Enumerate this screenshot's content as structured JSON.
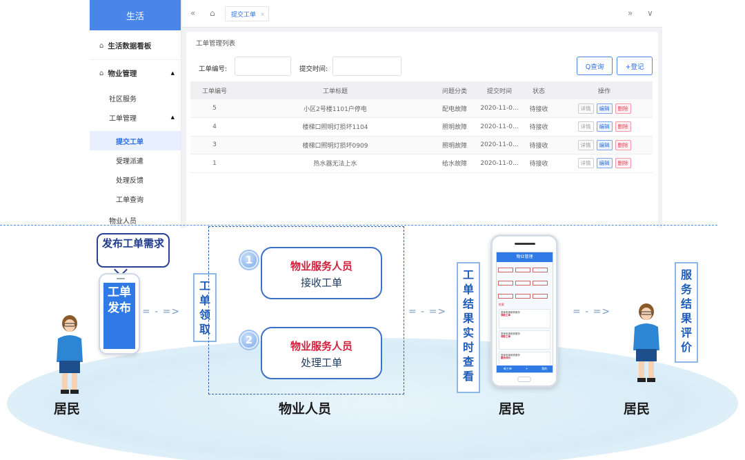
{
  "sidebar": {
    "title": "生活",
    "items": [
      {
        "label": "生活数据看板"
      },
      {
        "label": "物业管理"
      },
      {
        "label": "社区服务"
      },
      {
        "label": "工单管理"
      },
      {
        "label": "提交工单"
      },
      {
        "label": "受理派遣"
      },
      {
        "label": "处理反馈"
      },
      {
        "label": "工单查询"
      },
      {
        "label": "物业人员"
      }
    ]
  },
  "topbar": {
    "back_icon": "«",
    "home_icon": "⌂",
    "tab_label": "提交工单",
    "tab_close": "×",
    "forward_icon": "»",
    "dropdown_icon": "∨"
  },
  "panel": {
    "title": "工单管理列表",
    "filter_number_label": "工单编号:",
    "filter_time_label": "提交时间:",
    "search_button": "Q查询",
    "register_button": "+登记"
  },
  "table": {
    "headers": [
      "工单编号",
      "工单标题",
      "问题分类",
      "提交时间",
      "状态",
      "操作"
    ],
    "rows": [
      {
        "id": "5",
        "title": "小区2号楼1101户停电",
        "category": "配电故障",
        "time": "2020-11-0...",
        "status": "待接收"
      },
      {
        "id": "4",
        "title": "楼梯口照明灯损坏1104",
        "category": "照明故障",
        "time": "2020-11-0...",
        "status": "待接收"
      },
      {
        "id": "3",
        "title": "楼梯口照明灯损坏0909",
        "category": "照明故障",
        "time": "2020-11-0...",
        "status": "待接收"
      },
      {
        "id": "1",
        "title": "热水器无法上水",
        "category": "给水故障",
        "time": "2020-11-0...",
        "status": "待接收"
      }
    ],
    "actions": {
      "view": "详情",
      "edit": "编辑",
      "delete": "删除"
    }
  },
  "flow": {
    "bubble_text": "发布工单需求",
    "phone1_text": "工单发布",
    "claim_text": "工单领取",
    "step1_number": "1",
    "step1_role": "物业服务人员",
    "step1_action": "接收工单",
    "step2_number": "2",
    "step2_role": "物业服务人员",
    "step2_action": "处理工单",
    "realtime_text": "工单结果实时查看",
    "evaluate_text": "服务结果评价",
    "label_resident_1": "居民",
    "label_staff": "物业人员",
    "label_resident_2": "居民",
    "label_resident_3": "居民",
    "arrow": "= - =>"
  },
  "phone2": {
    "header": "物业管理",
    "section": "检索",
    "card_title": "居家电梯维修服务",
    "card_link_left": "领取工单",
    "card_link_right": "服务评价",
    "footer_left": "新工单",
    "footer_right": "我的"
  },
  "colors": {
    "accent": "#4a86e8",
    "role_red": "#d0213c",
    "divider": "#3f8ee0"
  }
}
